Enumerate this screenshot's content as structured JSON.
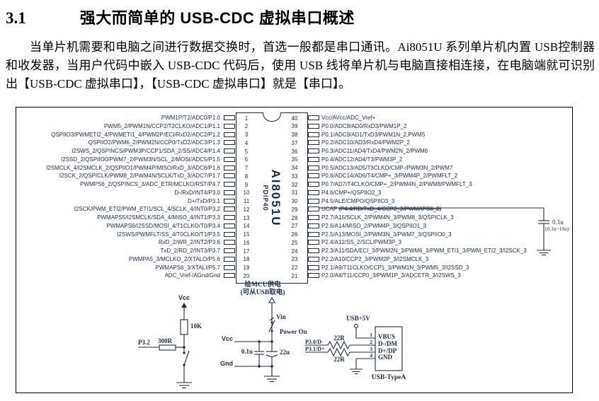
{
  "colors": {
    "background": "#ffffff",
    "text": "#000000",
    "schematic_ink": "#1b2a4a"
  },
  "page": {
    "heading_number": "3.1",
    "heading_title": "强大而简单的 USB-CDC 虚拟串口概述",
    "paragraph": "当单片机需要和电脑之间进行数据交换时，首选一般都是串口通讯。Ai8051U 系列单片机内置 USB控制器和收发器，当用户代码中嵌入 USB-CDC 代码后，使用 USB 线将单片机与电脑直接相连接，在电脑端就可识别出【USB-CDC 虚拟串口】，【USB-CDC 虚拟串口】就是【串口】。"
  },
  "figure": {
    "chip": {
      "name": "AI8051U",
      "package": "PDIP40",
      "left_pins": [
        {
          "num": "1",
          "label": "PWM1P/T2/ADC0/P1.0"
        },
        {
          "num": "2",
          "label": "PWM5_2/PWM1N/CCP2/T2CLKO/ADC1/P1.1"
        },
        {
          "num": "3",
          "label": "QSPIIO3/PWMETI2_4/PWMETI1_4/PWM2P/ECI/RxD2/ADC2/P1.2"
        },
        {
          "num": "4",
          "label": "QSPIIO2/PWM6_2/PWM2N/CCP0/TxD2/ADC3/P1.3"
        },
        {
          "num": "5",
          "label": "I2SWS_2/QSPINCS/PWM3P/CCP1/SDA_2/SS/ADC4/P1.4"
        },
        {
          "num": "6",
          "label": "I2SSD_2/QSPIIO0/PWM7_2/PWM3N/SCL_2/MOSI/ADC5/P1.5"
        },
        {
          "num": "7",
          "label": "I2SMCLK_4/I2SMCLK_2/QSPIIO1/PWM4P/MISO/RxD_3/ADC6/P1.6"
        },
        {
          "num": "8",
          "label": "I2SCK_2/QSPICLK/PWM8_2/PWM4N/SCLK/TxD_3/ADC7/P1.7"
        },
        {
          "num": "9",
          "label": "PWMPS6_2/QSPINCS_3/ADC_ETR/MCLKO/RST/P4.7"
        },
        {
          "num": "10",
          "label": "D-/RxD/INT4/P3.0"
        },
        {
          "num": "11",
          "label": "D+/TxD/P3.1"
        },
        {
          "num": "12",
          "label": "I2SCK/PWM_ETI2/PWM_ETI1/SCL_4/SCLK_4/INT0/P3.2"
        },
        {
          "num": "13",
          "label": "PWMAPS5/I2SMCLK/SDA_4/MISO_4/INT1/P3.3"
        },
        {
          "num": "14",
          "label": "PWMAPS6/I2SSD/MOSI_4/T1CLKO/T0/P3.4"
        },
        {
          "num": "15",
          "label": "I2SWS/PWMFLT/SS_4/T0CLKO/T1/P3.5"
        },
        {
          "num": "16",
          "label": "RxD_2/WR_2/INT2/P3.6"
        },
        {
          "num": "17",
          "label": "TxD_2/RD_2/INT3/P3.7"
        },
        {
          "num": "18",
          "label": "PWMPA5_3/MCLKO_2/XTALO/P5.6"
        },
        {
          "num": "19",
          "label": "PWMAPS6_3/XTALI/P5.7"
        },
        {
          "num": "20",
          "label": "ADC_Vref-/AGnd/Gnd"
        }
      ],
      "right_pins": [
        {
          "num": "40",
          "label": "Vcc/AVcc/ADC_Vref+"
        },
        {
          "num": "39",
          "label": "P0.0/ADC8/AD0/RxD3/PWM1P_2"
        },
        {
          "num": "38",
          "label": "P0.1/ADC9/AD1/TxD3/PWM1N_2,PWM5"
        },
        {
          "num": "37",
          "label": "P0.2/ADC10/AD3/RxD4/PWM2P_2"
        },
        {
          "num": "36",
          "label": "P0.3/ADC11/AD4/TxD4/PWM2N_2/PWM6"
        },
        {
          "num": "35",
          "label": "P0.4/ADC12/AD4/T3/PWM3P_2"
        },
        {
          "num": "34",
          "label": "P0.5/ADC13/AD5/T3CLKO/CMP-/PWM3N_2/PWM7"
        },
        {
          "num": "33",
          "label": "P0.6/ADC14/AD6/T4/CMP+_3/PWM4P_2/PWMFLT_2"
        },
        {
          "num": "32",
          "label": "P0.7/AD7/T4CLKO/CMP+_2/PWM4N_2/PWM8/PWMFLT_3"
        },
        {
          "num": "31",
          "label": "P4.6/CMP+/QSPIIO2_3"
        },
        {
          "num": "30",
          "label": "P4.5/ALE/CMPO/QSPIIO3_3"
        },
        {
          "num": "29",
          "label": "UCAP ",
          "struck": "(P4.4/RD/TxD_4/CCP2_2/PWMAPS6_2)"
        },
        {
          "num": "28",
          "label": "P2.7/A15/SCLK_2/PWM4N_3/PWM8_3/QSPICLK_3"
        },
        {
          "num": "27",
          "label": "P2.6/A14/MISO_2/PWM4P_3/QSPIIO1_3"
        },
        {
          "num": "26",
          "label": "P2.5/A13/MOSI_2/PWM3N_3/PWM7_3/QSPIIO0_3"
        },
        {
          "num": "25",
          "label": "P2.4/A12/SS_2/SCL/PWM3P_3"
        },
        {
          "num": "24",
          "label": "P2.3/A11/SDA/ECI_3/PWM2N_3/PWM6_3/PWM_ETI1_3/PWM_ETI2_3/I2SCK_3"
        },
        {
          "num": "23",
          "label": "P2.2/A10/CCP2_3/PWM2P_3/I2SMCLK_3"
        },
        {
          "num": "22",
          "label": "P2.1/A9/T11CLKO/CCP1_3/PWM1N_3/PWM5_3/I2SSD_3"
        },
        {
          "num": "21",
          "label": "P2.0/A8/T11/CCP0_3/PWM1P_3/ADCETR_3/I2SWS_3"
        }
      ]
    },
    "reset_circuit": {
      "vcc": "Vcc",
      "r_pullup": "10K",
      "r_series": "300R",
      "port": "P3.2"
    },
    "power_circuit": {
      "note_line1": "给MCU供电",
      "note_line2": "(可从USB取电)",
      "vin": "Vin",
      "switch": "Power On",
      "vcc": "Vcc",
      "gnd": "Gnd",
      "cap1": "0.1u",
      "cap2": "22u"
    },
    "ucap_circuit": {
      "cap": "0.1u",
      "range": "(0.1u~10u)"
    },
    "usb": {
      "supply": "USB+5V",
      "sig_top": "P3.0/D-",
      "sig_bottom": "P3.1/D+",
      "r_top": "22R",
      "r_bottom": "22R",
      "pin_numbers": [
        "1",
        "2",
        "3",
        "4"
      ],
      "pin_labels": [
        "VBUS",
        "D-/DM",
        "D+/DP",
        "GND"
      ],
      "name": "USB-TypeA"
    }
  }
}
